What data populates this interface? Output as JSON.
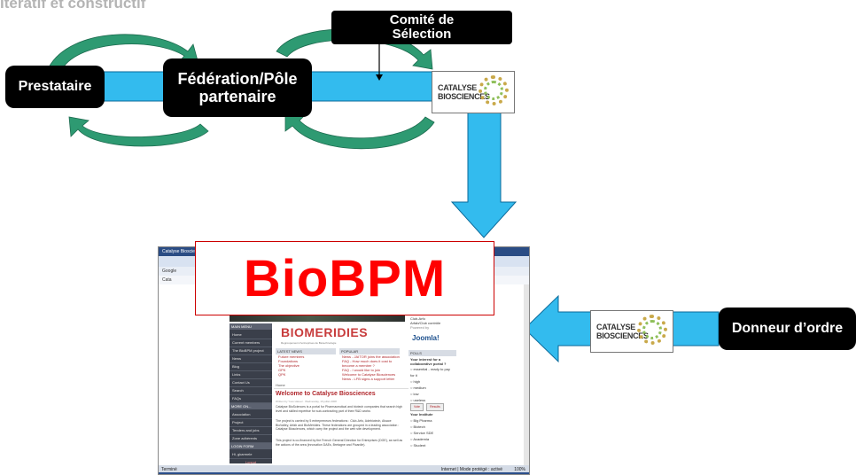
{
  "header": {
    "title": "Itératif et constructif"
  },
  "boxes": {
    "prestataire": "Prestataire",
    "federation_line1": "Fédération/Pôle",
    "federation_line2": "partenaire",
    "comite_line1": "Comité de",
    "comite_line2": "Sélection",
    "donneur": "Donneur d’ordre"
  },
  "logo": {
    "line1": "CATALYSE",
    "line2": "BIOSCIENCES"
  },
  "overlay": {
    "label": "BioBPM"
  },
  "colors": {
    "arrow_fill": "#33bbee",
    "cycle_green": "#2e9a72",
    "accent_red": "#ff0000"
  },
  "screenshot": {
    "window_title": "Catalyse Biosciences",
    "google_label": "Google",
    "fav_label": "Cata",
    "site_logo": "BIOMERIDIES",
    "site_sub": "Regroupement d'entreprises de Biotechnologie",
    "left_header": "MAIN MENU",
    "left_items": [
      "Home",
      "Current members",
      "The BioBPM project",
      "News",
      "Blog",
      "Links",
      "Contact Us",
      "Search",
      "FAQs"
    ],
    "left_header2": "MORE ON...",
    "left_items2": [
      "Association",
      "Project",
      "Tenders and jobs",
      "Zone adhérents"
    ],
    "left_header3": "LOGIN FORM",
    "left_user": "Hi, gkarmele",
    "left_logout": "Logout",
    "col1_header": "LATEST NEWS",
    "col1_items": [
      "Future members",
      "Foundations",
      "The objective",
      "GPK",
      "QPK"
    ],
    "col2_header": "POPULAR",
    "col2_items": [
      "News - JAITOR joins the association",
      "FAQ - How much does it cost to become a member ?",
      "FAQ - I would like to join",
      "Welcome to Catalyse Biosciences",
      "News - LFB signs a support letter"
    ],
    "home_label": "Home",
    "welcome": "Welcome to Catalyse Biosciences",
    "meta": "Written by Yves Hareel · Wednesday, 16 juillet 2008",
    "para1": "Catalyse BioSciences is a portal for Pharmaceutical and biotech companies that search high level and skilled expertise for sub-contracting part of their R&D works",
    "para2": "The project is carried by 5 entrepreneurs federations : Club-Arfo, Adebiotech, Alsace BioValley, Arfab and BioMéridies. These federations are grouped in a leading association : Catalyse Biosciences, which carry the project and the web site development.",
    "para3": "This project is co-financed by the French General Direction for Entreprises (DGE), as well as the actions of the area (innovation DAEs, Bretagne and Picardie).",
    "right_top": [
      "Club-Arfo",
      "Arfab/Club contrôle"
    ],
    "powered": "Powered by",
    "joomla": "Joomla!",
    "polls_header": "POLLS",
    "poll_q": "Your interest for a collaborative portal ?",
    "poll_opts": [
      "essential - ready to pay for it",
      "high",
      "medium",
      "low",
      "useless"
    ],
    "vote": "Vote",
    "results": "Results",
    "poll2_q": "Your Institute",
    "poll2_opts": [
      "Big Pharma",
      "Biotech",
      "Service SDE",
      "Academia",
      "Student"
    ],
    "status_left": "Terminé",
    "status_right": "Internet | Mode protégé : activé",
    "zoom": "100%"
  }
}
